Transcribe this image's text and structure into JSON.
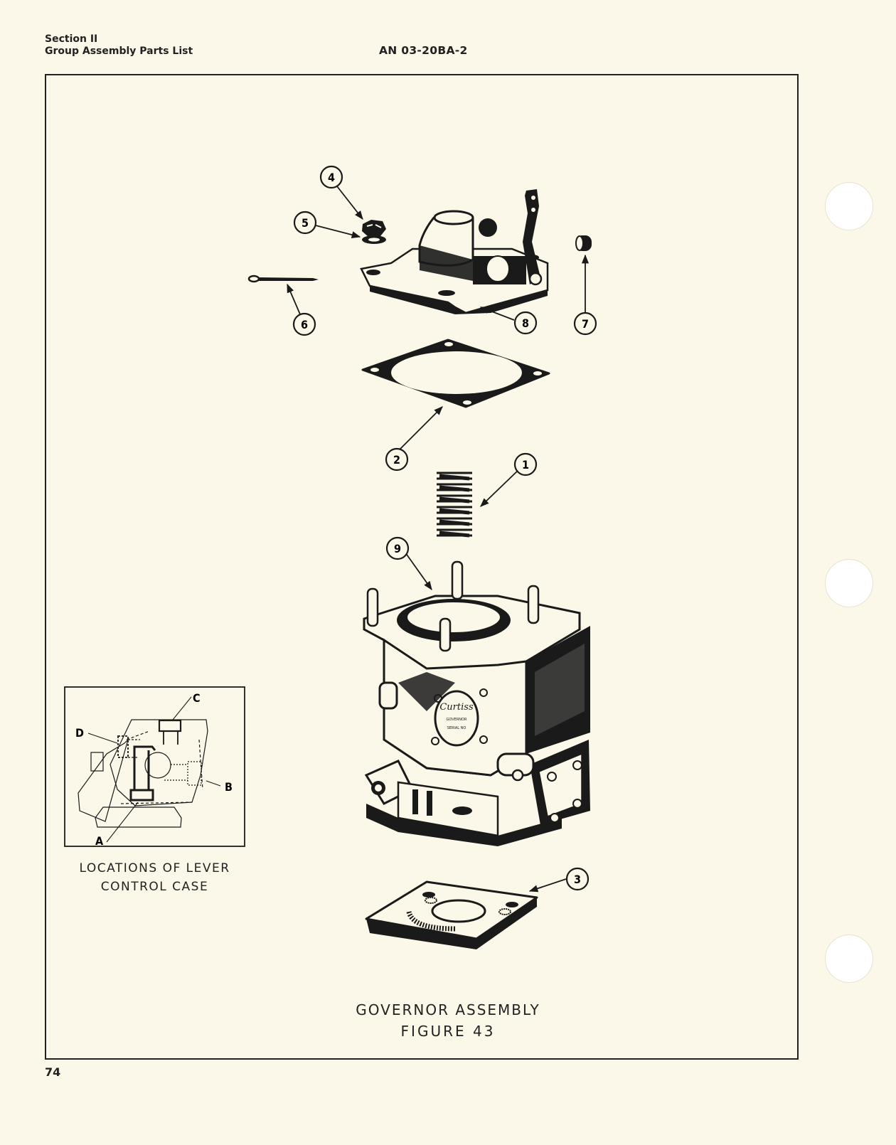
{
  "header": {
    "section": "Section II",
    "subtitle": "Group Assembly Parts List",
    "document_number": "AN 03-20BA-2"
  },
  "figure": {
    "title": "GOVERNOR ASSEMBLY",
    "number": "FIGURE 43",
    "callouts": [
      {
        "id": "1",
        "part": "spring"
      },
      {
        "id": "2",
        "part": "gasket"
      },
      {
        "id": "3",
        "part": "base gasket"
      },
      {
        "id": "4",
        "part": "castellated nut"
      },
      {
        "id": "5",
        "part": "washer"
      },
      {
        "id": "6",
        "part": "cotter pin"
      },
      {
        "id": "7",
        "part": "cap"
      },
      {
        "id": "8",
        "part": "lever control case"
      },
      {
        "id": "9",
        "part": "governor body"
      }
    ],
    "nameplate": {
      "brand": "Curtiss",
      "line1": "GOVERNOR",
      "line2": "SERIAL NO"
    }
  },
  "inset": {
    "caption_line1": "LOCATIONS OF LEVER",
    "caption_line2": "CONTROL CASE",
    "labels": [
      "A",
      "B",
      "C",
      "D"
    ]
  },
  "footer": {
    "page_number": "74"
  },
  "colors": {
    "paper": "#fbf7e9",
    "ink": "#1a1a1a"
  }
}
